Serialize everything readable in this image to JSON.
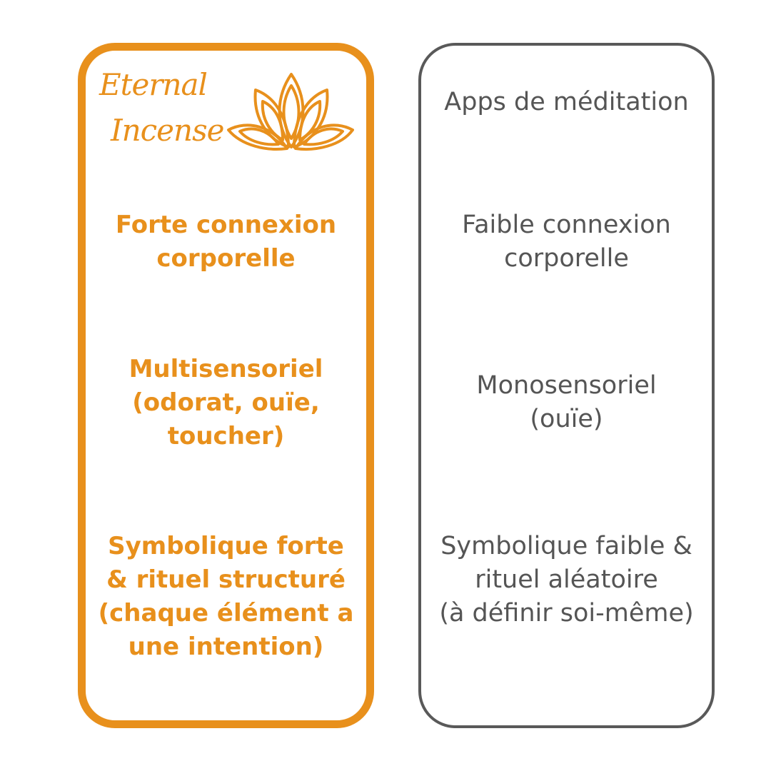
{
  "colors": {
    "accent": "#E8901C",
    "neutral": "#595959",
    "neutral_text": "#555555"
  },
  "left_card": {
    "logo": {
      "line1": "Eternal",
      "line2": "Incense",
      "icon": "lotus-icon"
    },
    "items": [
      "Forte connexion\ncorporelle",
      "Multisensoriel\n(odorat, ouïe,\ntoucher)",
      "Symbolique forte\n& rituel structuré\n(chaque élément a\nune intention)"
    ]
  },
  "right_card": {
    "title": "Apps de méditation",
    "items": [
      "Faible connexion\ncorporelle",
      "Monosensoriel\n(ouïe)",
      "Symbolique faible &\nrituel aléatoire\n(à définir soi-même)"
    ]
  }
}
